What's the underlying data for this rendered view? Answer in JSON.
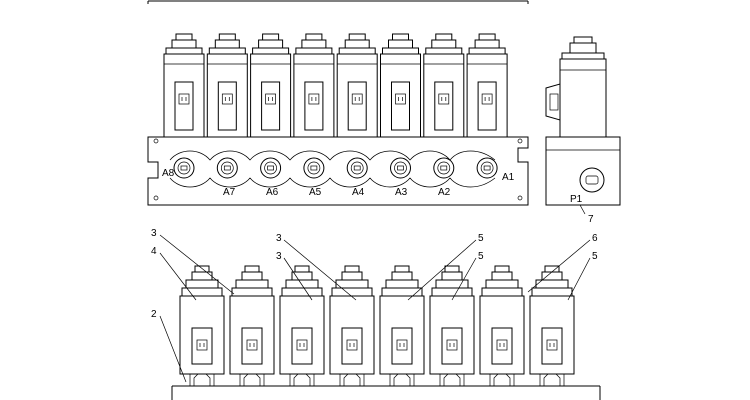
{
  "top_view": {
    "port_labels": [
      "A8",
      "A7",
      "A6",
      "A5",
      "A4",
      "A3",
      "A2",
      "A1"
    ],
    "side_port_label": "P1",
    "side_callout": "7"
  },
  "bottom_view": {
    "callouts": {
      "c3_left": "3",
      "c4_left": "4",
      "c2_left": "2",
      "c3_mid_top": "3",
      "c3_mid_bottom": "3",
      "c5_right_top": "5",
      "c5_right_bottom": "5",
      "c6_far_right": "6",
      "c5_far_right": "5"
    }
  }
}
